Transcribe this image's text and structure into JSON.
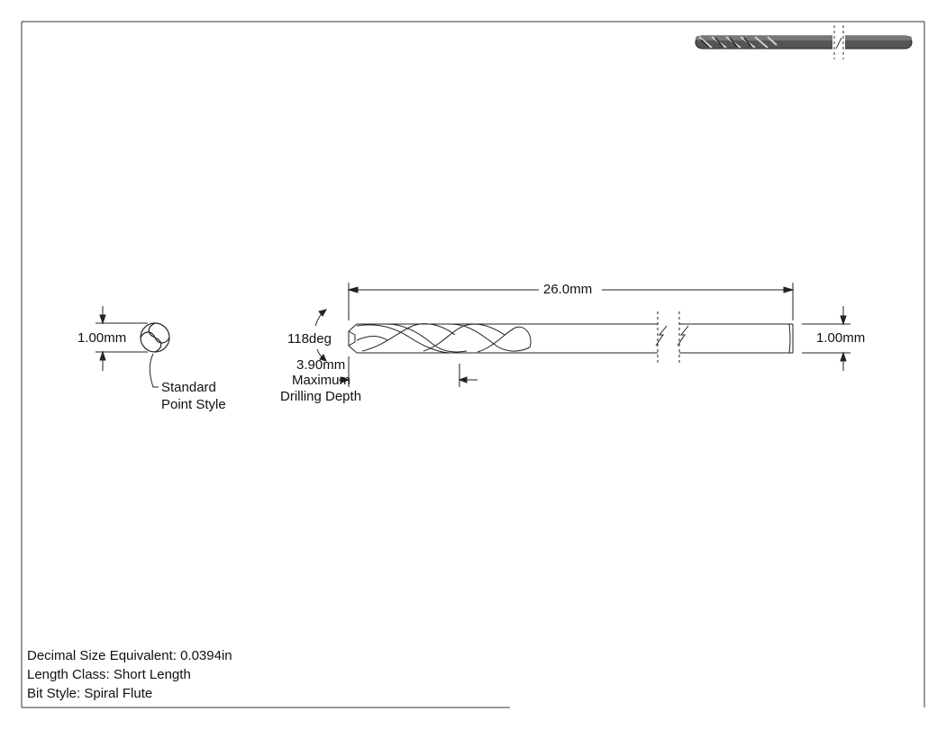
{
  "drawing": {
    "dimensions": {
      "overall_length": "26.0mm",
      "end_diameter": "1.00mm",
      "shank_diameter": "1.00mm",
      "point_angle": "118deg",
      "drilling_depth_value": "3.90mm",
      "drilling_depth_line1": "Maximum",
      "drilling_depth_line2": "Drilling Depth"
    },
    "callouts": {
      "point_style_line1": "Standard",
      "point_style_line2": "Point Style"
    },
    "notes": [
      "Decimal Size Equivalent: 0.0394in",
      "Length Class: Short Length",
      "Bit Style: Spiral Flute"
    ]
  }
}
